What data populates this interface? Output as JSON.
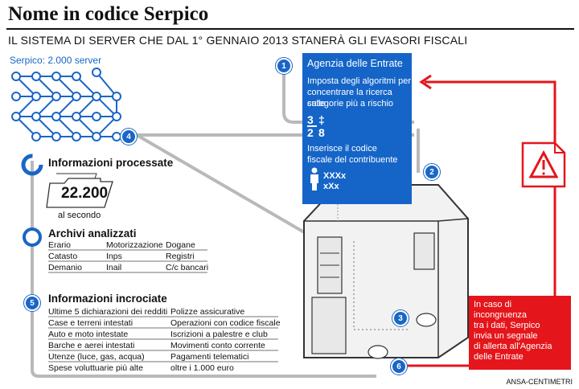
{
  "header": {
    "title": "Nome in codice Serpico",
    "subtitle": "IL SISTEMA DI SERVER CHE DAL 1° GENNAIO 2013 STANERÀ GLI EVASORI FISCALI"
  },
  "serpico_label": "Serpico: 2.000 server",
  "steps": {
    "s1": "1",
    "s2": "2",
    "s3": "3",
    "s4": "4",
    "s5": "5",
    "s6": "6"
  },
  "agenzia": {
    "title": "Agenzia delle Entrate",
    "line1": "Imposta degli algoritmi per",
    "line2": "concentrare la ricerca sulle",
    "line3": "categorie più a rischio",
    "line4": "Inserisce il codice",
    "line5": "fiscale del contribuente",
    "code1": "XXXx",
    "code2": "xXx"
  },
  "info_processate": {
    "title": "Informazioni processate",
    "value": "22.200",
    "unit": "al secondo"
  },
  "archivi": {
    "title": "Archivi analizzati",
    "rows": [
      [
        "Erario",
        "Motorizzazione",
        "Dogane"
      ],
      [
        "Catasto",
        "Inps",
        "Registri"
      ],
      [
        "Demanio",
        "Inail",
        "C/c bancari"
      ]
    ]
  },
  "incrociate": {
    "title": "Informazioni incrociate",
    "left": [
      "Ultime 5 dichiarazioni dei redditi",
      "Case e terreni intestati",
      "Auto e moto intestate",
      "Barche e aerei intestati",
      "Utenze (luce, gas, acqua)",
      "Spese voluttuarie più alte"
    ],
    "right": [
      "Polizze assicurative",
      "Operazioni con codice fiscale",
      "Iscrizioni a palestre e club",
      "Movimenti conto corrente",
      "Pagamenti telematici",
      "oltre i 1.000 euro"
    ]
  },
  "alert": {
    "l1": "In caso di incongruenza",
    "l2": "tra i dati, Serpico",
    "l3": "invia un segnale",
    "l4": "di allerta all'Agenzia",
    "l5": "delle Entrate"
  },
  "credit": "ANSA-CENTIMETRI",
  "colors": {
    "blue": "#1565c8",
    "red": "#e4161b",
    "gray": "#b9b9b9"
  }
}
